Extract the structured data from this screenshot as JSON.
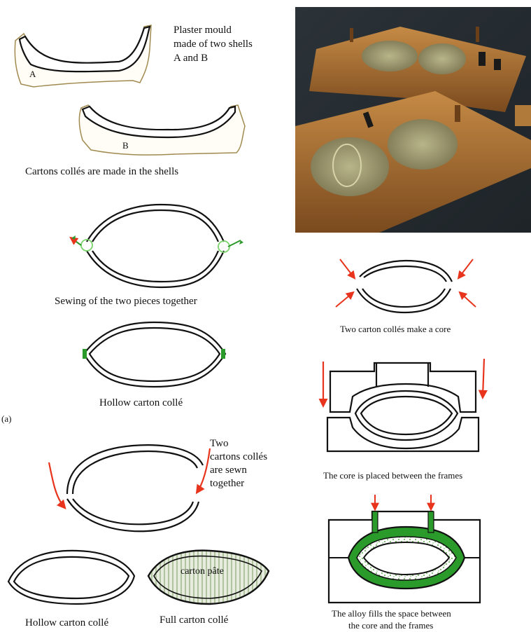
{
  "labels": {
    "plaster_mould": [
      "Plaster mould",
      "made of two shells",
      "A and B"
    ],
    "shell_a": "A",
    "shell_b": "B",
    "cartons_in_shells": "Cartons collés are made in the shells",
    "sewing": "Sewing of the two pieces together",
    "hollow_1": "Hollow carton collé",
    "panel_a": "(a)",
    "two_sewn": [
      "Two",
      "cartons collés",
      "are sewn",
      "together"
    ],
    "hollow_2": "Hollow carton collé",
    "full": "Full carton collé",
    "carton_pate": "carton pâte",
    "core": "Two carton collés make a core",
    "placed": "The core is placed between the frames",
    "alloy": [
      "The alloy fills the space between",
      "the core and the frames"
    ]
  },
  "colors": {
    "arrow": "#e8341c",
    "green": "#2a9a2a",
    "light_green": "#7ad36a",
    "outline": "#111111",
    "shell_fill": "#fffdf5",
    "shell_edge": "#a08a50",
    "hatch": "#8fa878",
    "hatch_bg": "#e6ecde"
  },
  "photo": {
    "alt": "Photograph of two wooden moulds holding shaped carton shells"
  }
}
